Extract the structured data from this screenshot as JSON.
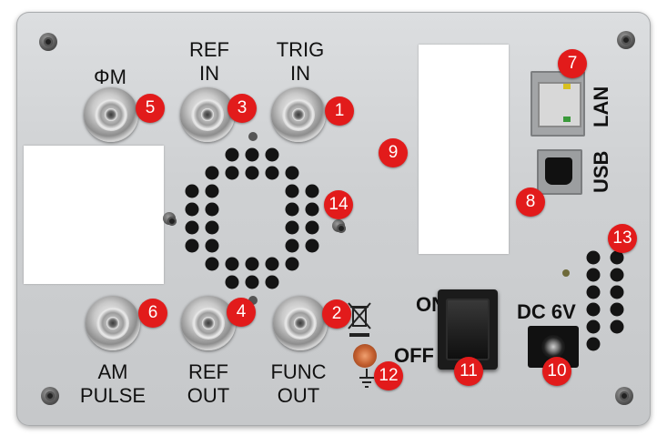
{
  "labels": {
    "phi_m": "ΦM",
    "ref_in": "REF\nIN",
    "trig_in": "TRIG\nIN",
    "am_pulse": "AM\nPULSE",
    "ref_out": "REF\nOUT",
    "func_out": "FUNC\nOUT",
    "on": "ON",
    "off": "OFF",
    "dc": "DC 6V",
    "lan": "LAN",
    "usb": "USB"
  },
  "badges": {
    "b1": "1",
    "b2": "2",
    "b3": "3",
    "b4": "4",
    "b5": "5",
    "b6": "6",
    "b7": "7",
    "b8": "8",
    "b9": "9",
    "b10": "10",
    "b11": "11",
    "b12": "12",
    "b13": "13",
    "b14": "14"
  },
  "colors": {
    "panel": "#d0d2d4",
    "badge": "#e21b1b",
    "label_text": "#111111"
  },
  "icons": {
    "weee": "crossed-out-bin-icon",
    "ground": "ground-symbol-icon"
  }
}
